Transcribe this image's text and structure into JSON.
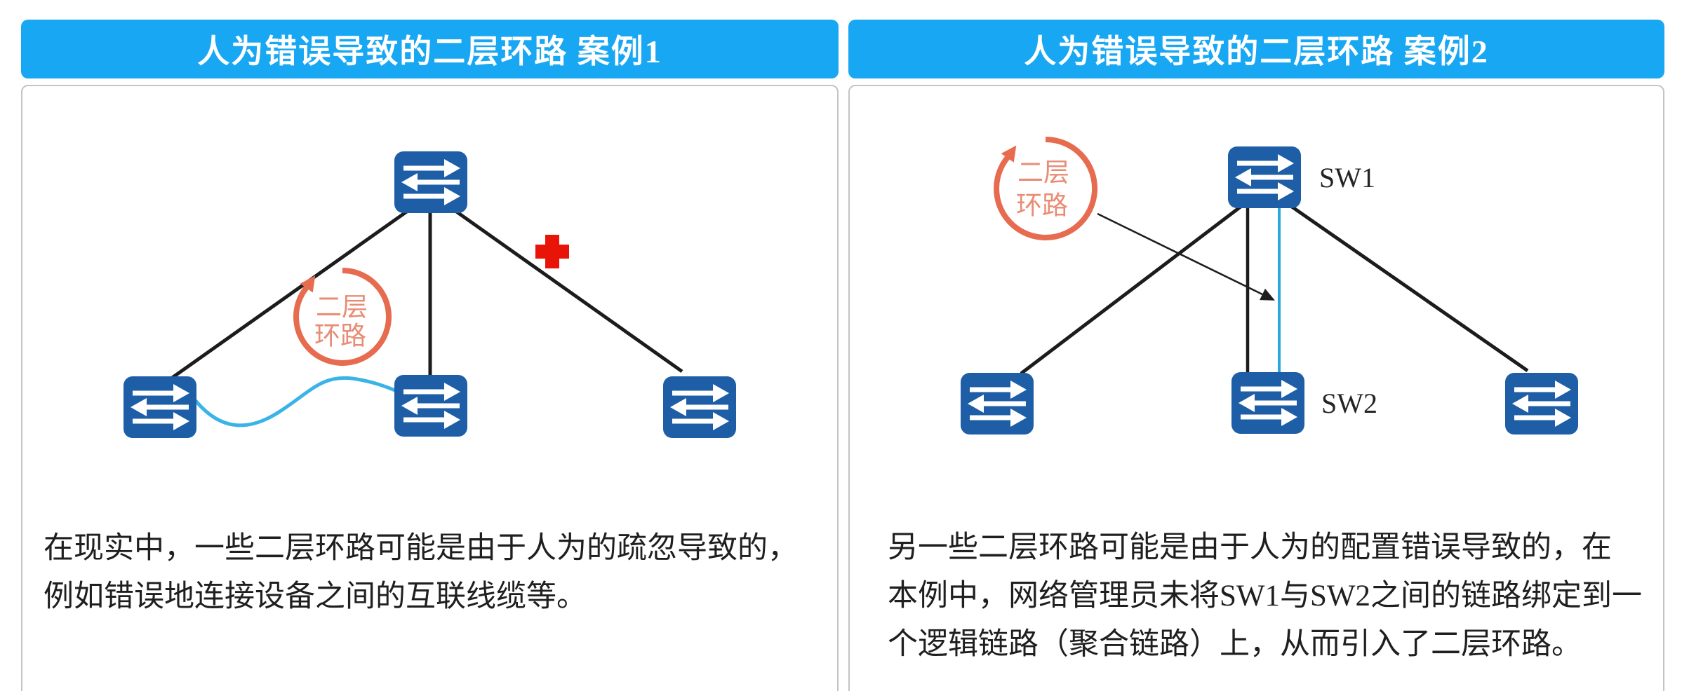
{
  "colors": {
    "header-blue": "#18a7f2",
    "switch-blue": "#1d5ea7",
    "loop-orange": "#e76b4f",
    "loop-text": "#e88d75",
    "cable-cyan": "#3ab4e8",
    "link-cyan": "#2aa5e0",
    "cross-red": "#e91408",
    "line-black": "#1c1c1c",
    "panel-border": "#c4c4c4",
    "text-color": "#1f1f1f"
  },
  "panels": [
    {
      "header": "人为错误导致的二层环路 案例1",
      "loop_label_line1": "二层",
      "loop_label_line2": "环路",
      "description_lines": [
        "在现实中，一些二层环路可能是由于人为的疏忽导致的，",
        "例如错误地连接设备之间的互联线缆等。"
      ]
    },
    {
      "header": "人为错误导致的二层环路 案例2",
      "loop_label_line1": "二层",
      "loop_label_line2": "环路",
      "switch_top_label": "SW1",
      "switch_middle_label": "SW2",
      "description_lines": [
        "另一些二层环路可能是由于人为的配置错误导致的，在",
        "本例中，网络管理员未将SW1与SW2之间的链路绑定到一",
        "个逻辑链路（聚合链路）上，从而引入了二层环路。"
      ]
    }
  ]
}
